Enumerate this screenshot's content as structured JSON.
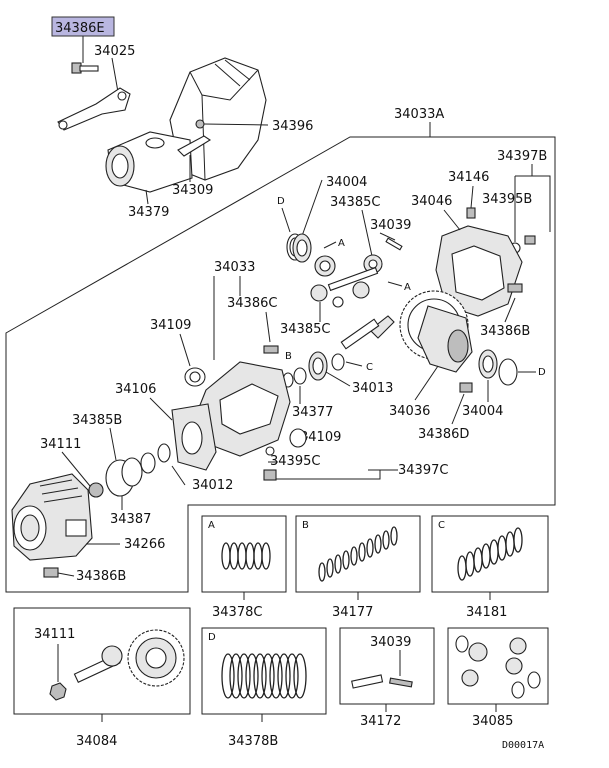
{
  "highlight": {
    "part": "34386E",
    "color": "#b9b6e0"
  },
  "parts": {
    "p34386E": "34386E",
    "p34025": "34025",
    "p34396": "34396",
    "p34309": "34309",
    "p34379": "34379",
    "p34033A": "34033A",
    "p34004a": "34004",
    "p34397B": "34397B",
    "p34146": "34146",
    "p34385Ca": "34385C",
    "p34039a": "34039",
    "p34046": "34046",
    "p34395B": "34395B",
    "p34033": "34033",
    "p34386C": "34386C",
    "p34109a": "34109",
    "p34385Cb": "34385C",
    "p34386B": "34386B",
    "p34106": "34106",
    "p34013": "34013",
    "p34377": "34377",
    "p34036": "34036",
    "p34004b": "34004",
    "p34385B": "34385B",
    "p34109b": "34109",
    "p34386D": "34386D",
    "p34111a": "34111",
    "p34395C": "34395C",
    "p34397C": "34397C",
    "p34012": "34012",
    "p34387": "34387",
    "p34266": "34266",
    "p34386Bb": "34386B",
    "p34378C": "34378C",
    "p34177": "34177",
    "p34181": "34181",
    "p34111b": "34111",
    "p34039b": "34039",
    "p34084": "34084",
    "p34378B": "34378B",
    "p34172": "34172",
    "p34085": "34085"
  },
  "markers": {
    "a": "A",
    "b": "B",
    "c": "C",
    "d": "D"
  },
  "boxes": {
    "a": "A",
    "b": "B",
    "c": "C",
    "d": "D"
  },
  "footer_code": "D00017A"
}
